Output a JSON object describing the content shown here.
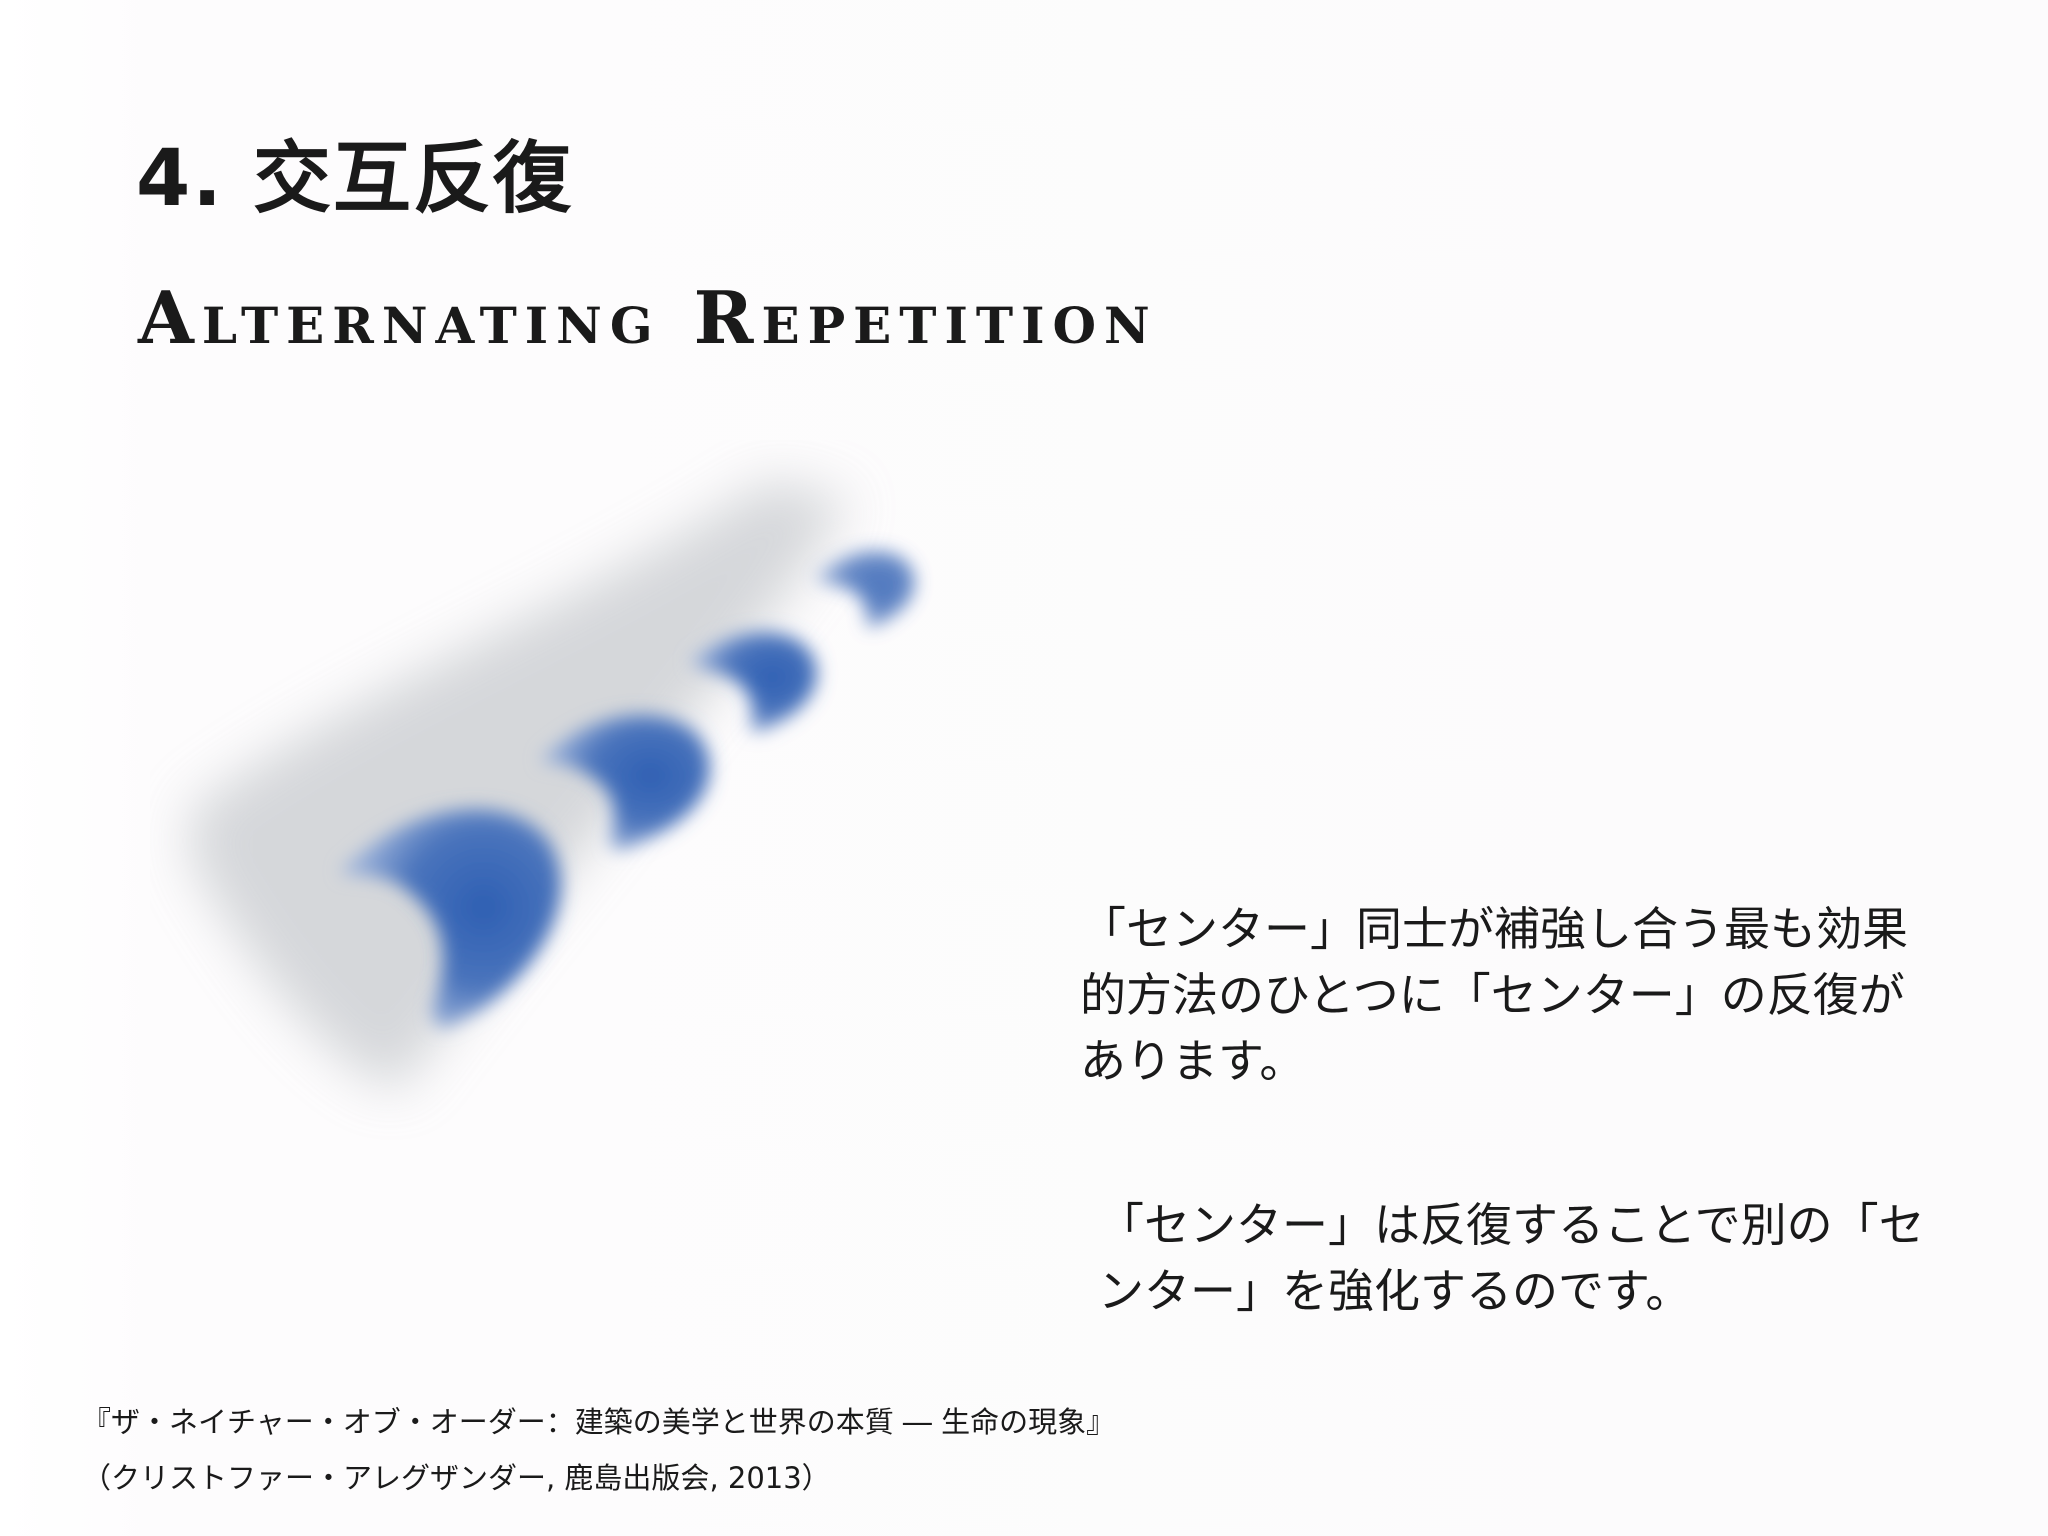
{
  "slide": {
    "title": "4. 交互反復",
    "subtitle": "Alternating Repetition",
    "illustration": {
      "icon": "alternating-centers-illustration",
      "colors": {
        "band": "#c9ccd1",
        "center": "#3a68b6",
        "center_edge": "#8fa8d8"
      }
    },
    "paragraphs": [
      "「センター」同士が補強し合う最も効果的方法のひとつに「センター」の反復があります。",
      "「センター」は反復することで別の「センター」を強化するのです。"
    ],
    "citation": {
      "line1": "『ザ・ネイチャー・オブ・オーダー：建築の美学と世界の本質 ― 生命の現象』",
      "line2": "（クリストファー・アレグザンダー, 鹿島出版会, 2013）"
    }
  }
}
